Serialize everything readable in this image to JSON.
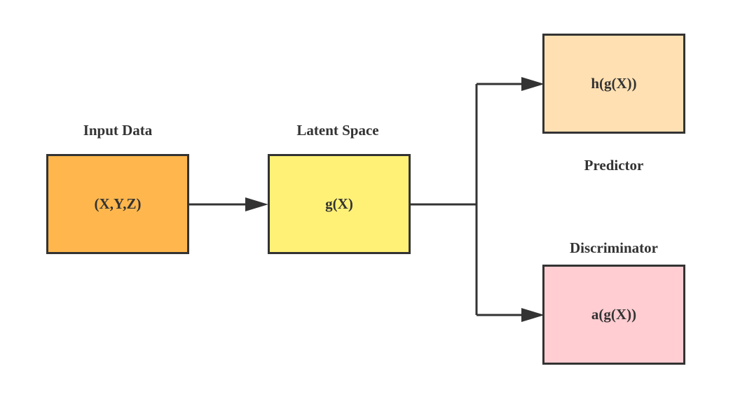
{
  "diagram": {
    "colors": {
      "stroke": "#333333",
      "input_fill": "#ffb74d",
      "latent_fill": "#fff176",
      "predictor_fill": "#ffe0b2",
      "discriminator_fill": "#ffcdd2"
    },
    "nodes": {
      "input": {
        "caption": "Input Data",
        "text": "(X,Y,Z)"
      },
      "latent": {
        "caption": "Latent Space",
        "text": "g(X)"
      },
      "predictor": {
        "caption": "Predictor",
        "text": "h(g(X))"
      },
      "discriminator": {
        "caption": "Discriminator",
        "text": "a(g(X))"
      }
    },
    "edges": [
      {
        "from": "input",
        "to": "latent"
      },
      {
        "from": "latent",
        "to": "predictor"
      },
      {
        "from": "latent",
        "to": "discriminator"
      }
    ]
  }
}
